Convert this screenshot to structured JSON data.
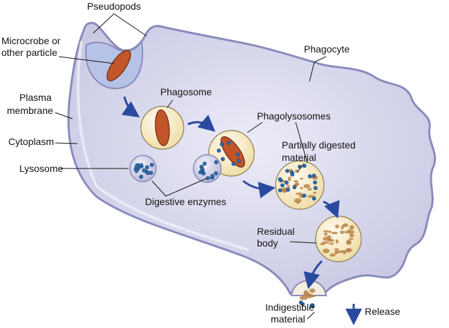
{
  "labels": {
    "pseudopods": "Pseudopods",
    "microbe_line1": "Microcrobe or",
    "microbe_line2": "other particle",
    "phagocyte": "Phagocyte",
    "plasma_line1": "Plasma",
    "plasma_line2": "membrane",
    "phagosome": "Phagosome",
    "cytoplasm": "Cytoplasm",
    "phagolysosomes": "Phagolysosomes",
    "partial_line1": "Partially digested",
    "partial_line2": "material",
    "lysosome": "Lysosome",
    "digestive_enzymes": "Digestive enzymes",
    "residual_line1": "Residual",
    "residual_line2": "body",
    "indigestible_line1": "Indigestible",
    "indigestible_line2": "material",
    "release": "Release"
  },
  "colors": {
    "cell": "#dcdcf0",
    "membrane": "#9a9ac8",
    "vesicle": "#f8efcf",
    "microbe": "#c2552a",
    "enzyme": "#2e6fb0",
    "arrow": "#2a4aa0",
    "debris": "#b8864a"
  }
}
